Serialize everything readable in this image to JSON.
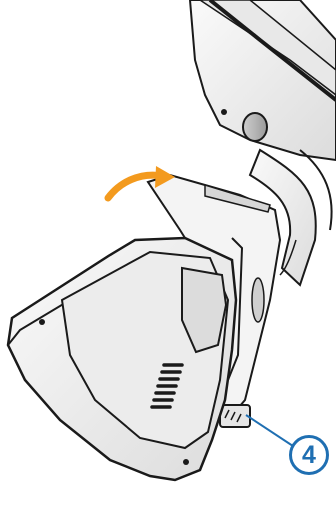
{
  "figure": {
    "type": "installation-illustration",
    "callouts": [
      {
        "label": "4",
        "target": "mount-cradle-connector"
      }
    ],
    "annotations": [
      {
        "kind": "rotation-arrow",
        "direction": "clockwise",
        "color": "#f39a1e"
      }
    ],
    "colors": {
      "outline": "#1a1a1a",
      "callout_line": "#1f6fb2",
      "callout_circle": "#1f6fb2",
      "arrow": "#f39a1e",
      "body_light": "#f2f2f2",
      "body_shade": "#d9d9d9"
    }
  }
}
